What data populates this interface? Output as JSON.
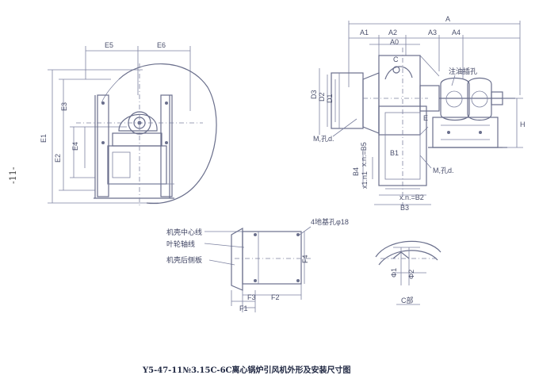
{
  "caption": "Y5-47-11№3.15C-6C离心锅炉引风机外形及安装尺寸图",
  "page_number": "-11-",
  "left_view": {
    "dims": [
      "E5",
      "E6",
      "E3",
      "E1",
      "E2",
      "E4"
    ]
  },
  "right_view": {
    "dims": [
      "A",
      "A1",
      "A2",
      "A3",
      "A4",
      "A0",
      "C",
      "D3",
      "D2",
      "D1",
      "H",
      "B4",
      "B1",
      "B3",
      "E"
    ],
    "bolt_flange": "M,孔d.",
    "bolt_flange_2": "M,孔d.",
    "oil_hole": "注油插孔",
    "xn_b5": "x.n.=B5",
    "xn_b2": "x.n.=B2",
    "x_label": "x1.n1"
  },
  "lower_view": {
    "callouts": [
      "机壳中心线",
      "叶轮轴线",
      "机壳后侧板"
    ],
    "bolt_note": "4地基孔φ18",
    "dims": [
      "F1",
      "F2",
      "F3",
      "F4"
    ]
  },
  "detail_c": {
    "label": "C部",
    "dims": [
      "Φ1",
      "Φ2"
    ]
  }
}
